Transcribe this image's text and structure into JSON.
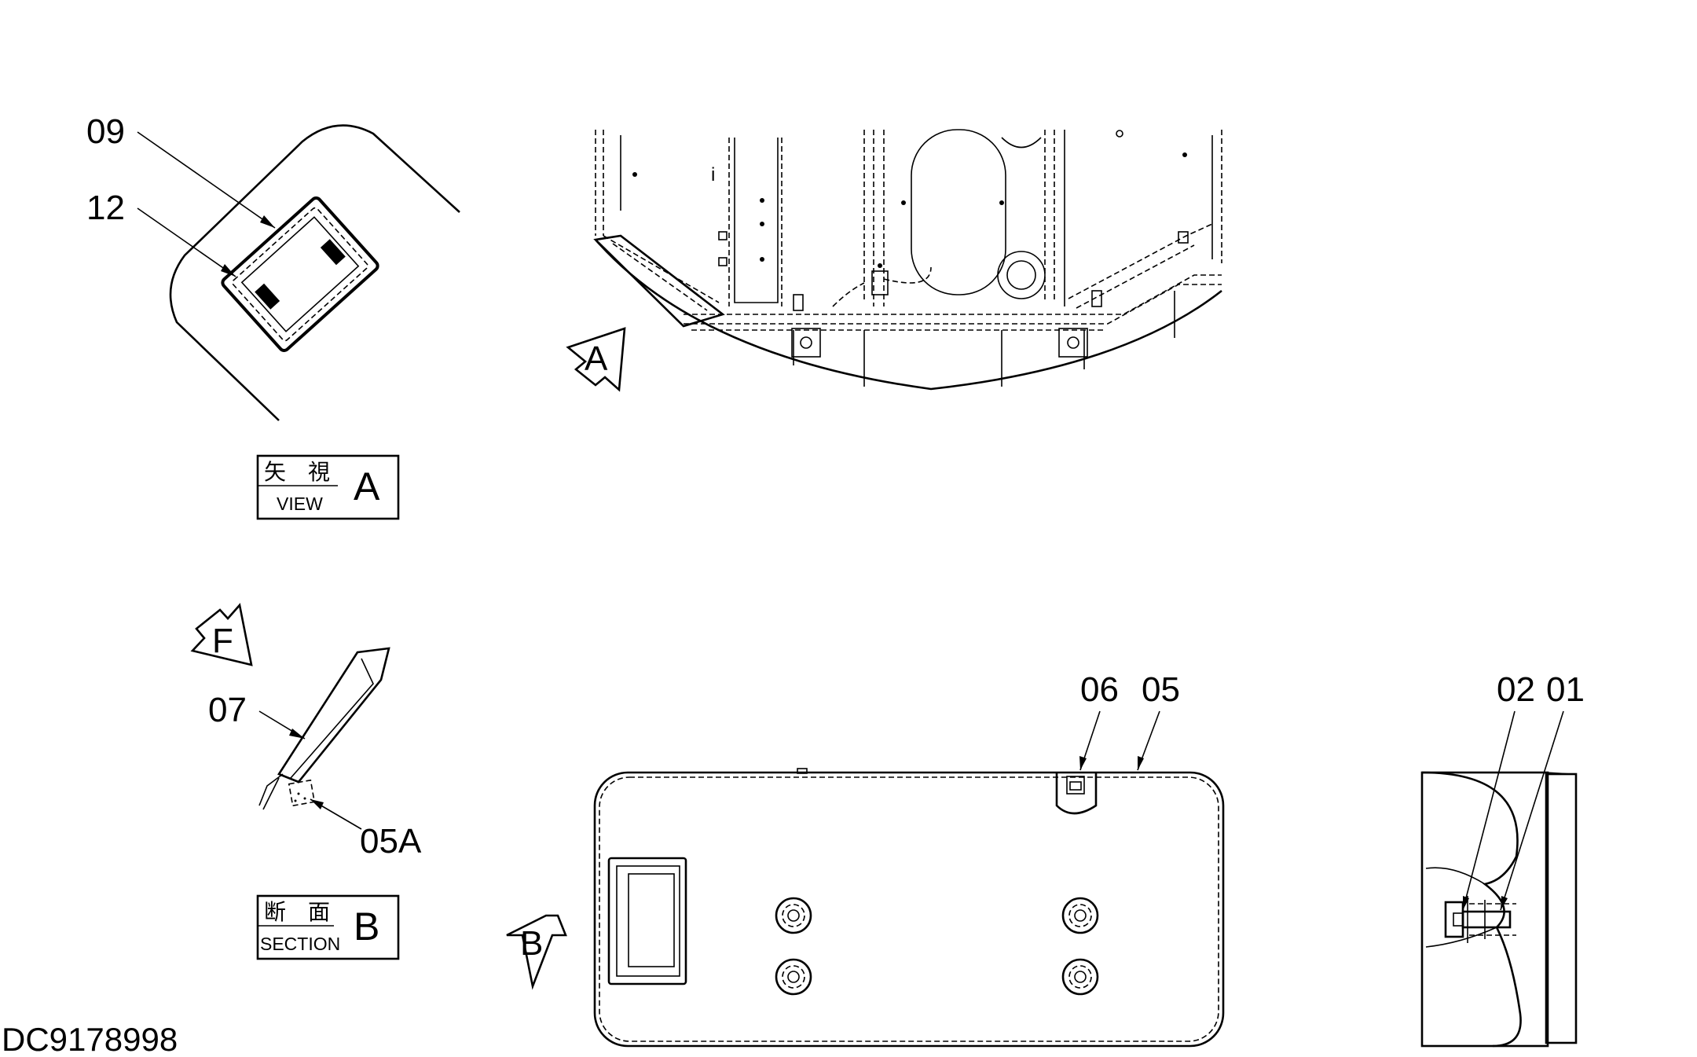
{
  "labels": {
    "part_09": "09",
    "part_12": "12",
    "part_07": "07",
    "part_05A": "05A",
    "part_06": "06",
    "part_05": "05",
    "part_02": "02",
    "part_01": "01"
  },
  "view_arrows": {
    "a": "A",
    "f": "F",
    "b": "B"
  },
  "view_box": {
    "jp": "矢　視",
    "en": "VIEW",
    "letter": "A"
  },
  "section_box": {
    "jp": "断　面",
    "en": "SECTION",
    "letter": "B"
  },
  "small_mark": "i",
  "doc_id": "DC9178998"
}
